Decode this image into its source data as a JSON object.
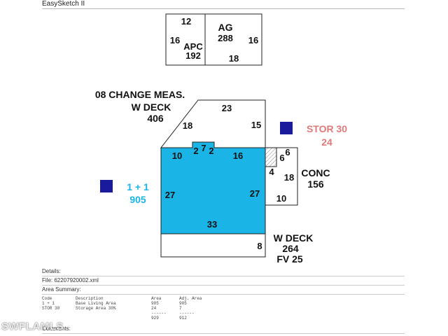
{
  "app": {
    "title": "EasySketch II"
  },
  "colors": {
    "living": "#1ab4e6",
    "marker": "#1a1a9c",
    "stor_label": "#e07a7a",
    "living_label": "#1ab4e6"
  },
  "sketch": {
    "apc": {
      "name": "APC",
      "area": "192",
      "top": "12",
      "left": "16"
    },
    "ag": {
      "name": "AG",
      "area": "288",
      "right": "16",
      "bottom": "18"
    },
    "change_meas": "08 CHANGE MEAS.",
    "wdeck_top": {
      "name": "W DECK",
      "area": "406",
      "top": "23",
      "diag": "18",
      "right": "15"
    },
    "living": {
      "left_top": "10",
      "notch_l": "2",
      "notch_t": "7",
      "notch_r": "2",
      "top_right": "16",
      "left": "27",
      "right": "27",
      "bottom": "33",
      "label": "1 + 1",
      "area": "905"
    },
    "stor": {
      "width": "6",
      "height": "4",
      "label": "STOR 30",
      "area": "24"
    },
    "conc": {
      "top": "6",
      "right": "18",
      "bottom": "10",
      "name": "CONC",
      "area": "156"
    },
    "wdeck_bottom": {
      "name": "W DECK",
      "area": "264",
      "right": "8",
      "fv": "FV 25"
    }
  },
  "details": {
    "heading": "Details:",
    "file": "File: 62207920002.xml",
    "area_summary": "Area Summary:",
    "table": {
      "headers": [
        "Code",
        "Description",
        "Area",
        "Adj. Area"
      ],
      "rows": [
        [
          "1 + 1",
          "Base Living Area",
          "905",
          "905"
        ],
        [
          "STOR 30",
          "Storage Area 30%",
          "24",
          "7"
        ],
        [
          "",
          "",
          "------",
          "------"
        ],
        [
          "",
          "",
          "929",
          "912"
        ]
      ]
    },
    "comments": "Comments:"
  },
  "watermark": "SWFLAMLS"
}
